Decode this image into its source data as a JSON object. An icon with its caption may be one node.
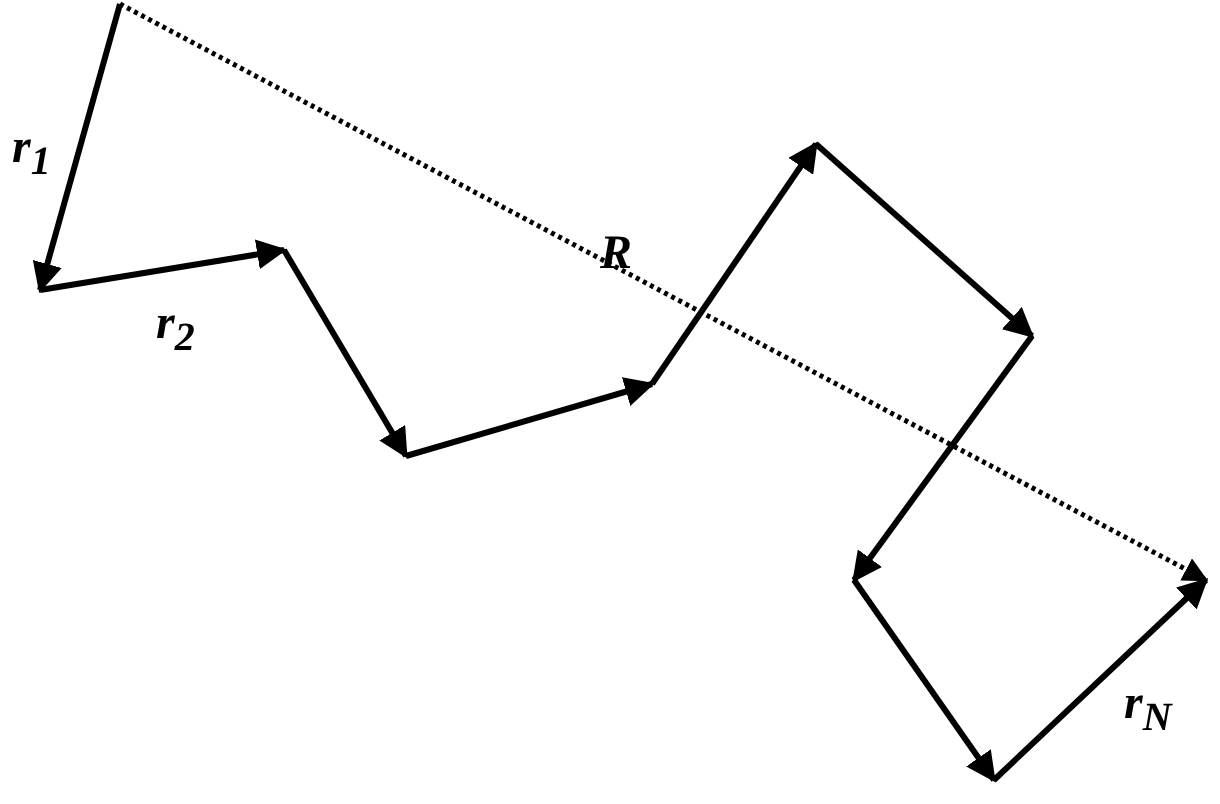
{
  "diagram": {
    "labels": [
      "r$_{1}$",
      "R",
      "r$_{2}$",
      "r$_{N}$"
    ]
  }
}
